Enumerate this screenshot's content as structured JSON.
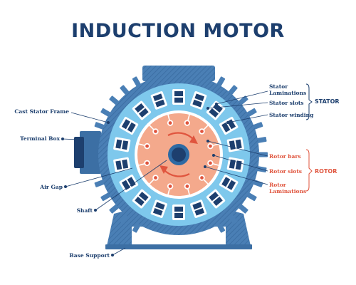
{
  "title": "INDUCTION MOTOR",
  "colors": {
    "navy": "#1d3f6e",
    "frame_blue": "#4a7fb5",
    "stator_light": "#7ec8ec",
    "rotor_salmon": "#f4a98c",
    "accent_red": "#e0553e",
    "shaft_blue": "#2e6aa3"
  },
  "labels": {
    "cast_stator_frame": "Cast Stator Frame",
    "terminal_box": "Terminal Box",
    "air_gap": "Air Gap",
    "shaft": "Shaft",
    "base_support": "Base Support",
    "stator_laminations_1": "Stator",
    "stator_laminations_2": "Laminations",
    "stator_slots": "Stator slots",
    "stator_winding": "Stator winding",
    "rotor_bars": "Rotor bars",
    "rotor_slots": "Rotor slots",
    "rotor_laminations_1": "Rotor",
    "rotor_laminations_2": "Laminations"
  },
  "groups": {
    "stator": "STATOR",
    "rotor": "ROTOR"
  },
  "icons": {
    "rotation": "curved-arrow-icon"
  }
}
